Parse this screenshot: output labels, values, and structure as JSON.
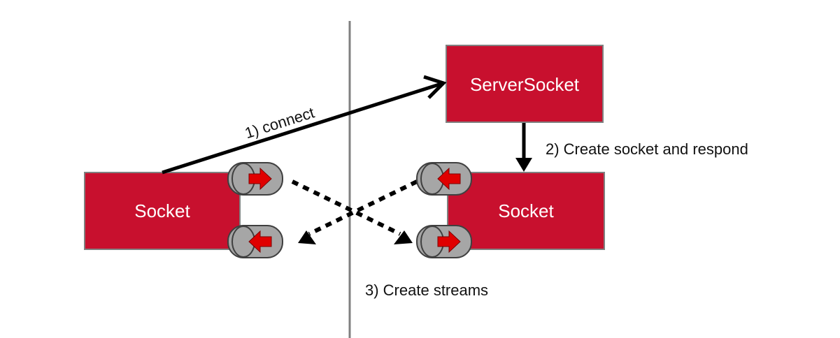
{
  "nodes": {
    "server_socket": "ServerSocket",
    "client_socket": "Socket",
    "server_side_socket": "Socket"
  },
  "edges": {
    "connect": "1) connect",
    "create_socket": "2) Create socket and respond",
    "create_streams": "3) Create streams"
  },
  "colors": {
    "box_fill": "#c8102e",
    "box_stroke": "#808080",
    "stream_fill": "#a6a6a6",
    "stream_arrow": "#e00000",
    "line": "#000000",
    "divider": "#808080"
  },
  "icons": {
    "stream": "cylinder-icon",
    "stream_arrow": "arrow-icon"
  }
}
